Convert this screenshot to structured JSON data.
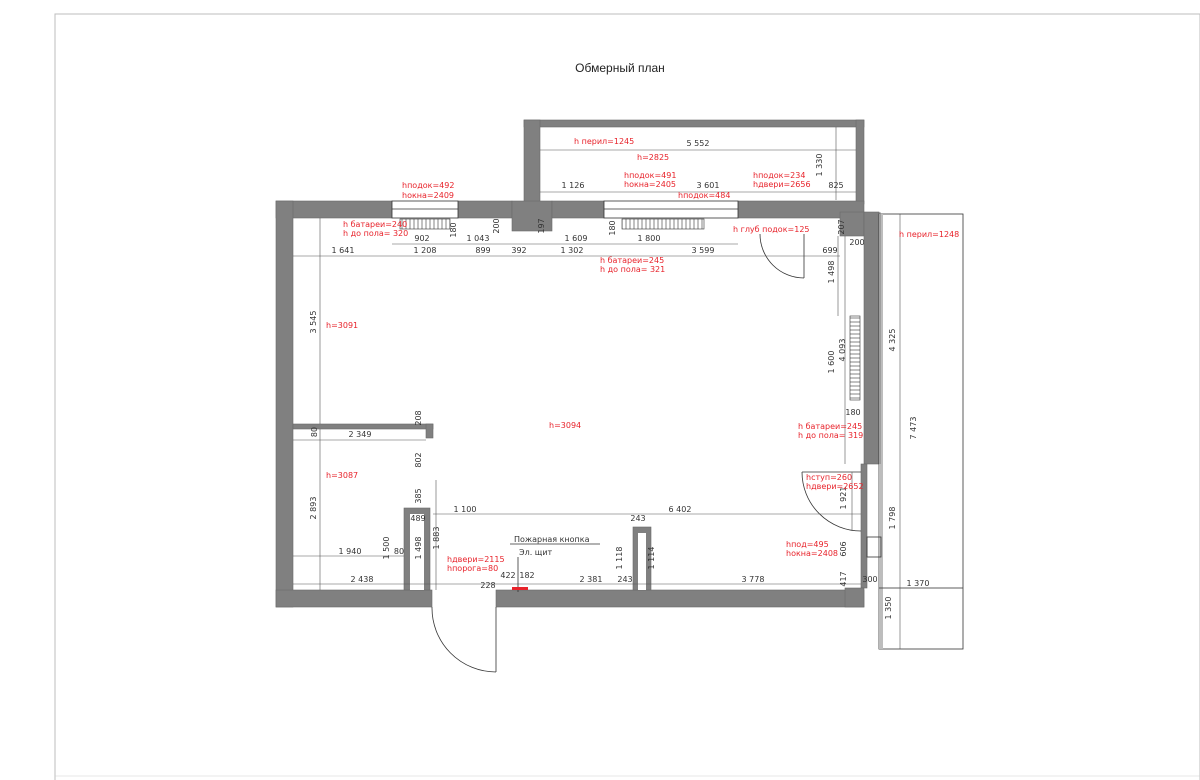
{
  "title": "Обмерный план",
  "dims": {
    "balcony_width": "5 552",
    "balcony_depth": "1 330",
    "balcony_left": "1 126",
    "balcony_mid": "3 601",
    "balcony_right": "825",
    "win1_width": "902",
    "wall_1043": "1 043",
    "v180_top": "180",
    "v200_top": "200",
    "v197": "197",
    "seg_1609": "1 609",
    "v180_mid": "180",
    "win2_width": "1 800",
    "v207": "207",
    "v200_right": "200",
    "top_1641": "1 641",
    "top_1208": "1 208",
    "top_899": "899",
    "top_392": "392",
    "top_1302": "1 302",
    "top_3599": "3 599",
    "top_699": "699",
    "left_3545": "3 545",
    "right_1498": "1 498",
    "right_4093": "4 093",
    "right_1600": "1 600",
    "right_180": "180",
    "right_4325": "4 325",
    "terrace_7473": "7 473",
    "v208": "208",
    "v80_left": "80",
    "room_2349": "2 349",
    "v802": "802",
    "left_2893": "2 893",
    "v385": "385",
    "v489": "489",
    "h1100": "1 100",
    "v1883": "1 883",
    "h6402": "6 402",
    "v1921": "1 921",
    "v1798": "1 798",
    "h243_top": "243",
    "h1940": "1 940",
    "v1500": "1 500",
    "v80_mid": "80",
    "v1498": "1 498",
    "v1118": "1 118",
    "v1114": "1 114",
    "v606": "606",
    "h2438": "2 438",
    "h228": "228",
    "h422": "422",
    "h182": "182",
    "h2381": "2 381",
    "h243_bot": "243",
    "h3778": "3 778",
    "v417": "417",
    "h300": "300",
    "h1370": "1 370",
    "v1350": "1 350"
  },
  "notes": {
    "h_perila_top": "h перил=1245",
    "h_2825": "h=2825",
    "podok_491_a": "hподок=491",
    "okna_2405": "hокна=2405",
    "podok_234": "hподок=234",
    "dveri_2656": "hдвери=2656",
    "podok_484": "hподок=484",
    "podok_492": "hподок=492",
    "okna_2409": "hокна=2409",
    "batarei_240": "h батареи=240",
    "do_pola_320": "h до пола= 320",
    "glub_podok_125": "h глуб подок=125",
    "batarei_245_top": "h батареи=245",
    "do_pola_321": "h до пола= 321",
    "h_3091": "h=3091",
    "h_3094": "h=3094",
    "batarei_245_right": "h батареи=245",
    "do_pola_319": "h до пола= 319",
    "h_3087": "h=3087",
    "stup_260": "hступ=260",
    "dveri_2652": "hдвери=2652",
    "dveri_2115": "hдвери=2115",
    "poroga_80": "hпорога=80",
    "podok_495": "hпод=495",
    "okna_2408": "hокна=2408",
    "h_perila_right": "h перил=1248"
  },
  "labels": {
    "fire_button": "Пожарная кнопка",
    "el_panel": "Эл. щит"
  },
  "colors": {
    "wall": "#808080",
    "annotation": "#e8232b",
    "line": "#333333"
  }
}
